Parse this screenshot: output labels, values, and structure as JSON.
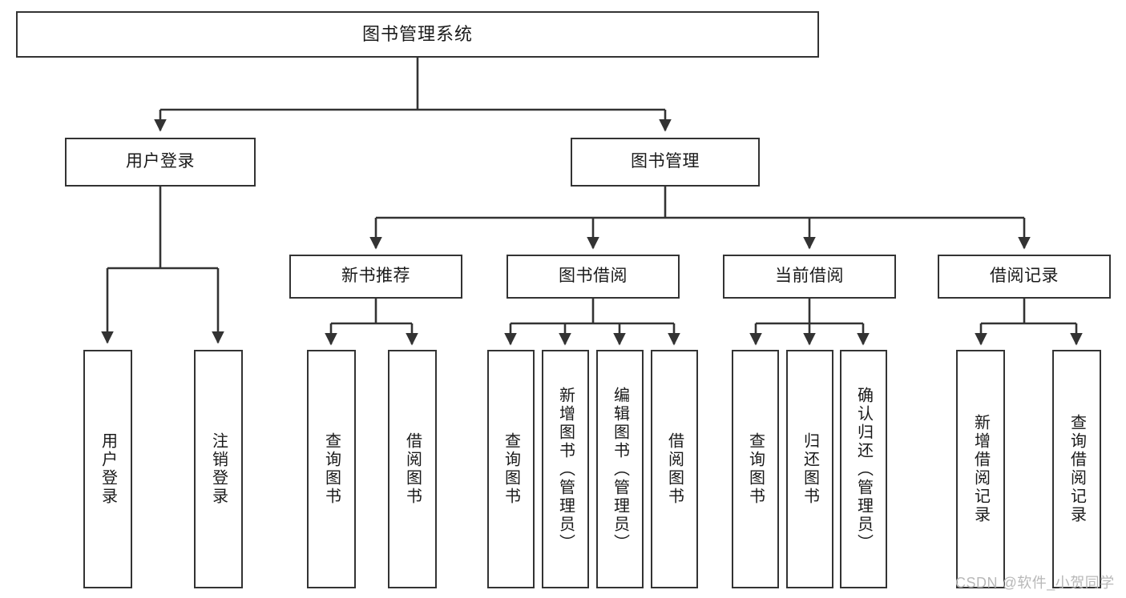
{
  "diagram": {
    "title": "图书管理系统",
    "type": "tree-hierarchy",
    "watermark": "CSDN @软件_小贺同学",
    "colors": {
      "box_border": "#333333",
      "box_fill": "#ffffff",
      "edge": "#333333",
      "text": "#1a1a1a",
      "watermark": "#b8b8b8",
      "background": "#ffffff"
    },
    "levels": {
      "root": {
        "label": "图书管理系统"
      },
      "level2": [
        {
          "id": "user-login",
          "label": "用户登录"
        },
        {
          "id": "book-manage",
          "label": "图书管理"
        }
      ],
      "level3": [
        {
          "id": "new-book-rec",
          "label": "新书推荐",
          "parent": "book-manage"
        },
        {
          "id": "book-borrow",
          "label": "图书借阅",
          "parent": "book-manage"
        },
        {
          "id": "current-borrow",
          "label": "当前借阅",
          "parent": "book-manage"
        },
        {
          "id": "borrow-record",
          "label": "借阅记录",
          "parent": "book-manage"
        }
      ],
      "leaves": [
        {
          "id": "leaf-user-login",
          "label": "用户登录",
          "parent": "user-login"
        },
        {
          "id": "leaf-logout",
          "label": "注销登录",
          "parent": "user-login"
        },
        {
          "id": "leaf-query-book-1",
          "label": "查询图书",
          "parent": "new-book-rec"
        },
        {
          "id": "leaf-borrow-book-1",
          "label": "借阅图书",
          "parent": "new-book-rec"
        },
        {
          "id": "leaf-query-book-2",
          "label": "查询图书",
          "parent": "book-borrow"
        },
        {
          "id": "leaf-add-book",
          "label": "新增图书（管理员）",
          "parent": "book-borrow"
        },
        {
          "id": "leaf-edit-book",
          "label": "编辑图书（管理员）",
          "parent": "book-borrow"
        },
        {
          "id": "leaf-borrow-book-2",
          "label": "借阅图书",
          "parent": "book-borrow"
        },
        {
          "id": "leaf-query-book-3",
          "label": "查询图书",
          "parent": "current-borrow"
        },
        {
          "id": "leaf-return-book",
          "label": "归还图书",
          "parent": "current-borrow"
        },
        {
          "id": "leaf-confirm-return",
          "label": "确认归还（管理员）",
          "parent": "current-borrow"
        },
        {
          "id": "leaf-add-record",
          "label": "新增借阅记录",
          "parent": "borrow-record"
        },
        {
          "id": "leaf-query-record",
          "label": "查询借阅记录",
          "parent": "borrow-record"
        }
      ]
    }
  }
}
